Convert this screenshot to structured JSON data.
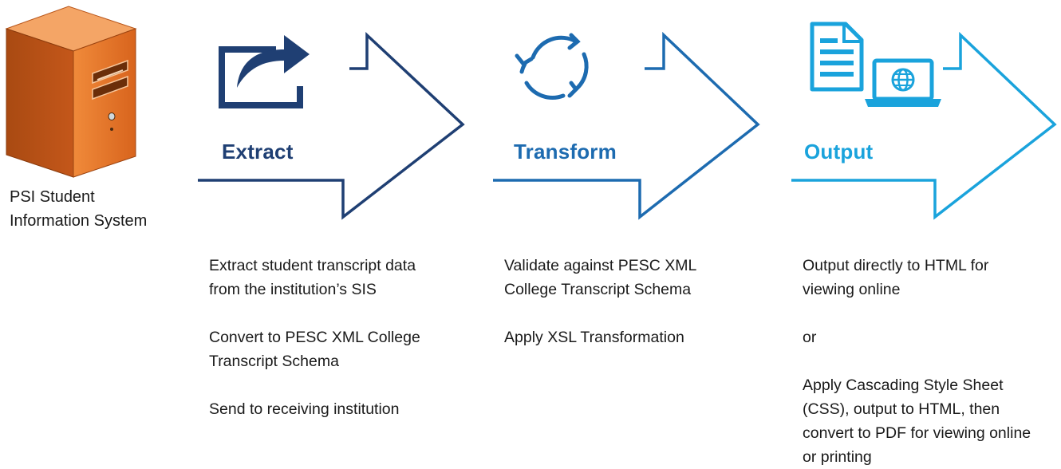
{
  "server": {
    "label_lines": [
      "PSI Student",
      "Information System"
    ]
  },
  "stages": [
    {
      "id": "extract",
      "title": "Extract",
      "color": "#1f3f73",
      "icon": "share-export-icon",
      "steps": [
        "Extract student transcript data from the institution’s SIS",
        "Convert to PESC XML College Transcript Schema",
        "Send to receiving institution"
      ]
    },
    {
      "id": "transform",
      "title": "Transform",
      "color": "#1d6bb0",
      "icon": "refresh-cycle-icon",
      "steps": [
        "Validate against PESC XML College Transcript Schema",
        "Apply XSL Transformation"
      ]
    },
    {
      "id": "output",
      "title": "Output",
      "color": "#1aa3dc",
      "icon": "document-and-laptop-icon",
      "steps": [
        "Output directly to HTML for viewing online",
        "or",
        "Apply Cascading Style Sheet (CSS), output to HTML, then convert to PDF for viewing online or printing"
      ]
    }
  ]
}
